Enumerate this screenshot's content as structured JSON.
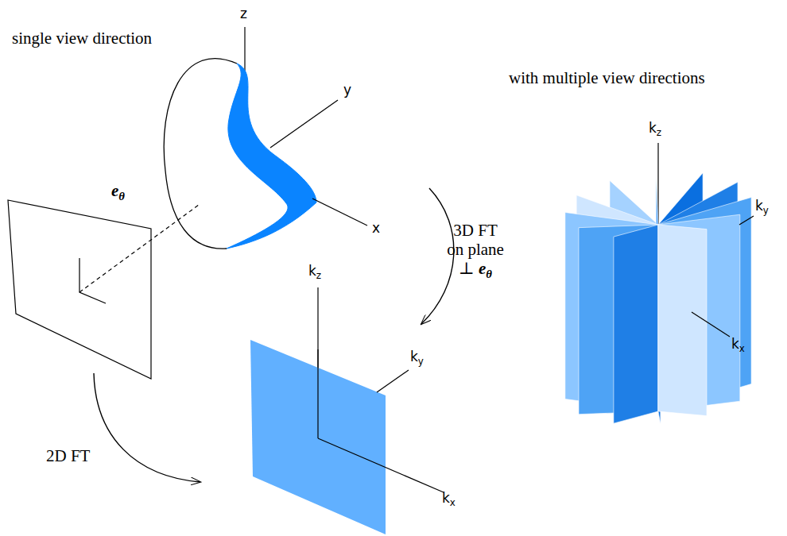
{
  "diagram": {
    "labels": [
      "single view direction",
      "z",
      "y",
      "with multiple view directions",
      "x",
      "eθ",
      "3D FT on plane ⊥ eθ",
      "kz",
      "ky",
      "kz",
      "ky",
      "kx",
      "2D FT",
      "kx"
    ]
  }
}
